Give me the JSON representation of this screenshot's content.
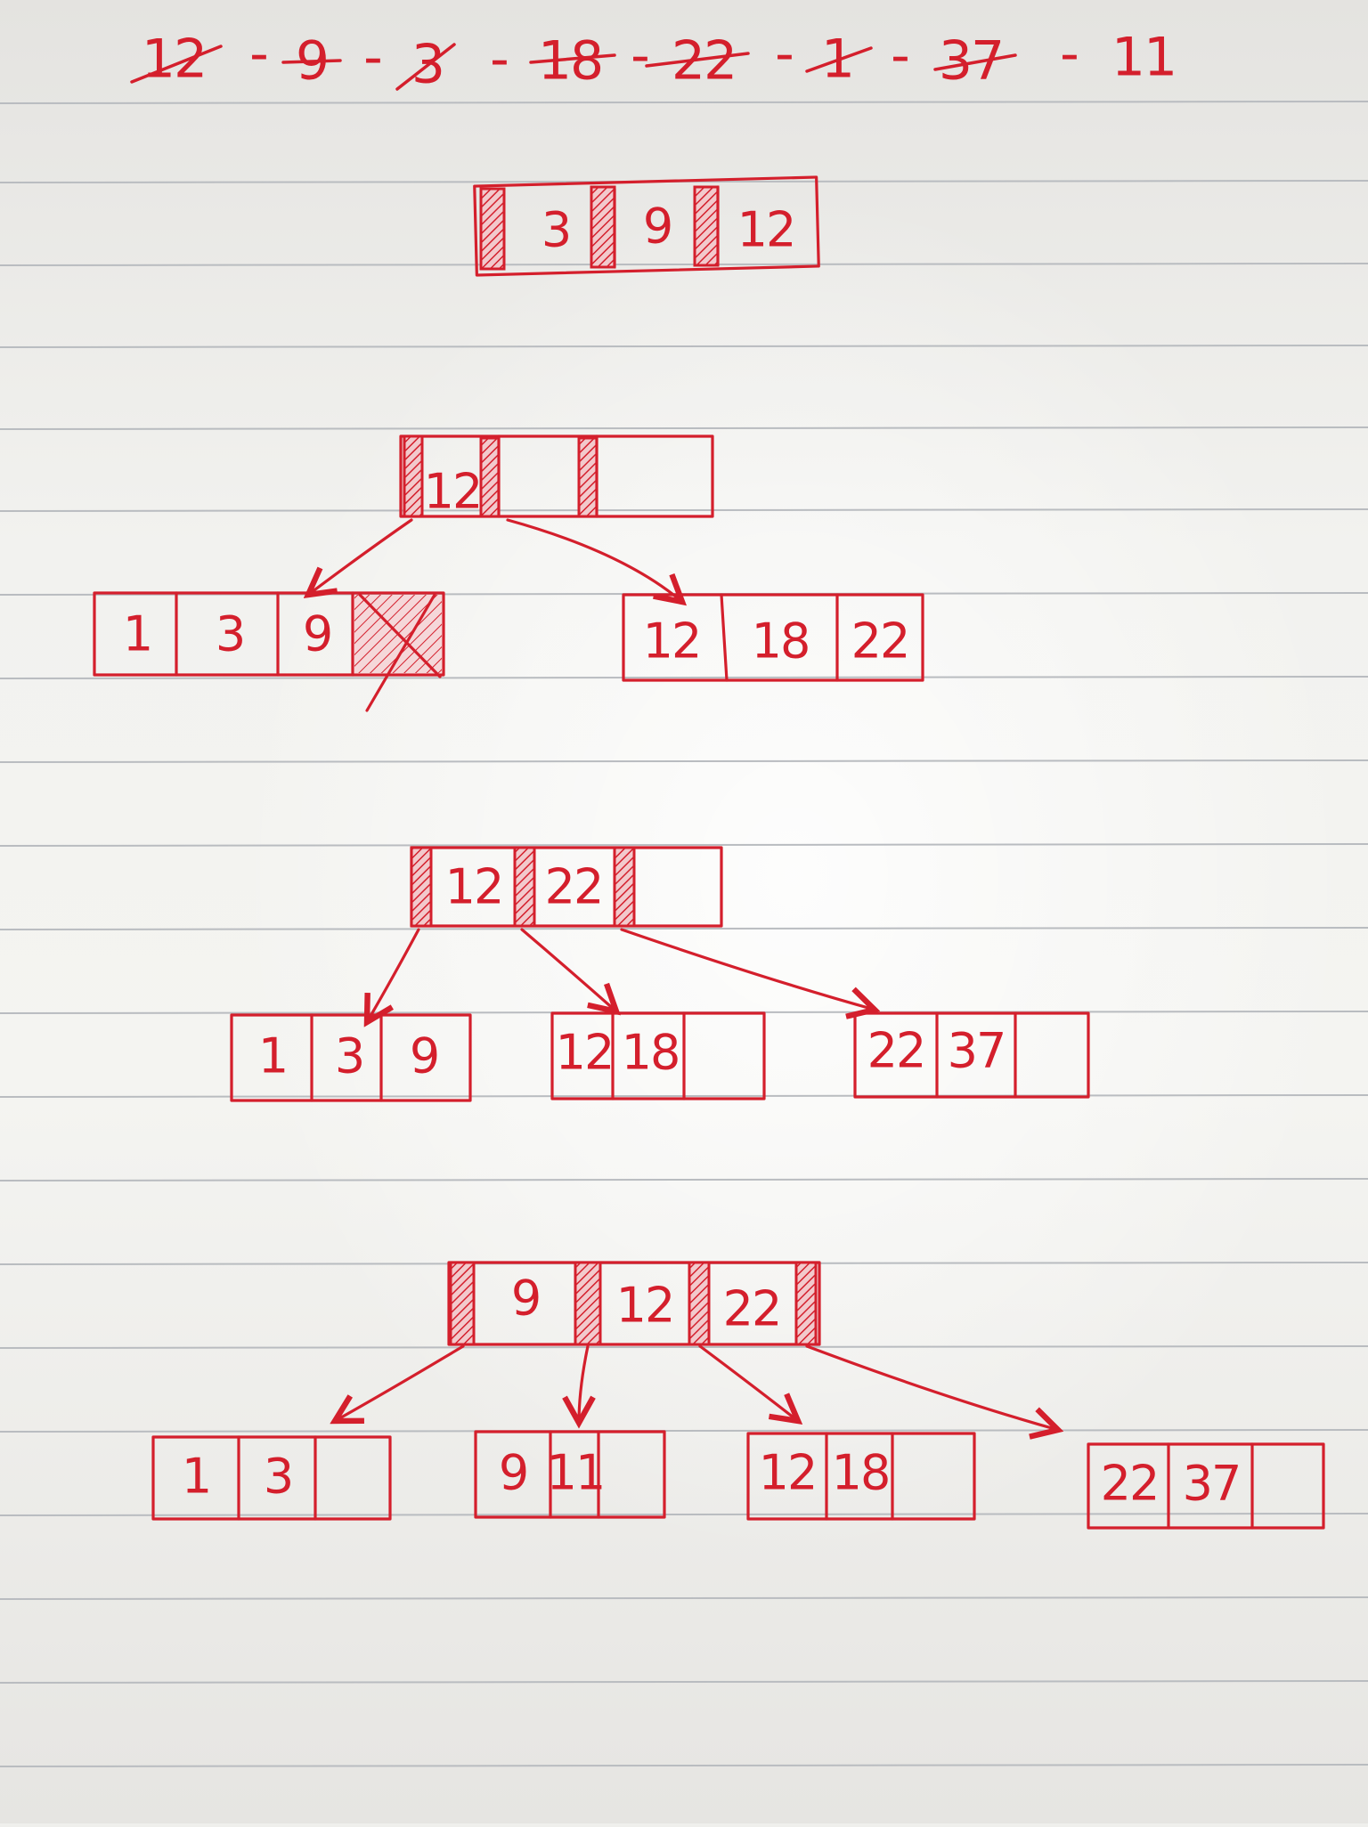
{
  "sequence": {
    "items": [
      {
        "value": "12",
        "crossed": true
      },
      {
        "value": "9",
        "crossed": true
      },
      {
        "value": "3",
        "crossed": true
      },
      {
        "value": "18",
        "crossed": true
      },
      {
        "value": "22",
        "crossed": true
      },
      {
        "value": "1",
        "crossed": true
      },
      {
        "value": "37",
        "crossed": true
      },
      {
        "value": "11",
        "crossed": false
      }
    ],
    "separator": "-"
  },
  "step1": {
    "node": [
      "3",
      "9",
      "12"
    ]
  },
  "step2": {
    "root": [
      "12",
      "",
      ""
    ],
    "leaves": [
      [
        "1",
        "3",
        "9",
        ""
      ],
      [
        "12",
        "18",
        "22"
      ]
    ]
  },
  "step3": {
    "root": [
      "12",
      "22",
      ""
    ],
    "leaves": [
      [
        "1",
        "3",
        "9"
      ],
      [
        "12",
        "18",
        ""
      ],
      [
        "22",
        "37",
        ""
      ]
    ]
  },
  "step4": {
    "root": [
      "9",
      "12",
      "22"
    ],
    "leaves": [
      [
        "1",
        "3",
        ""
      ],
      [
        "9",
        "11",
        ""
      ],
      [
        "12",
        "18",
        ""
      ],
      [
        "22",
        "37",
        ""
      ]
    ]
  },
  "colors": {
    "ink": "#d41f2c",
    "paper": "#f4f4f1",
    "rule": "#b9bcc0"
  }
}
